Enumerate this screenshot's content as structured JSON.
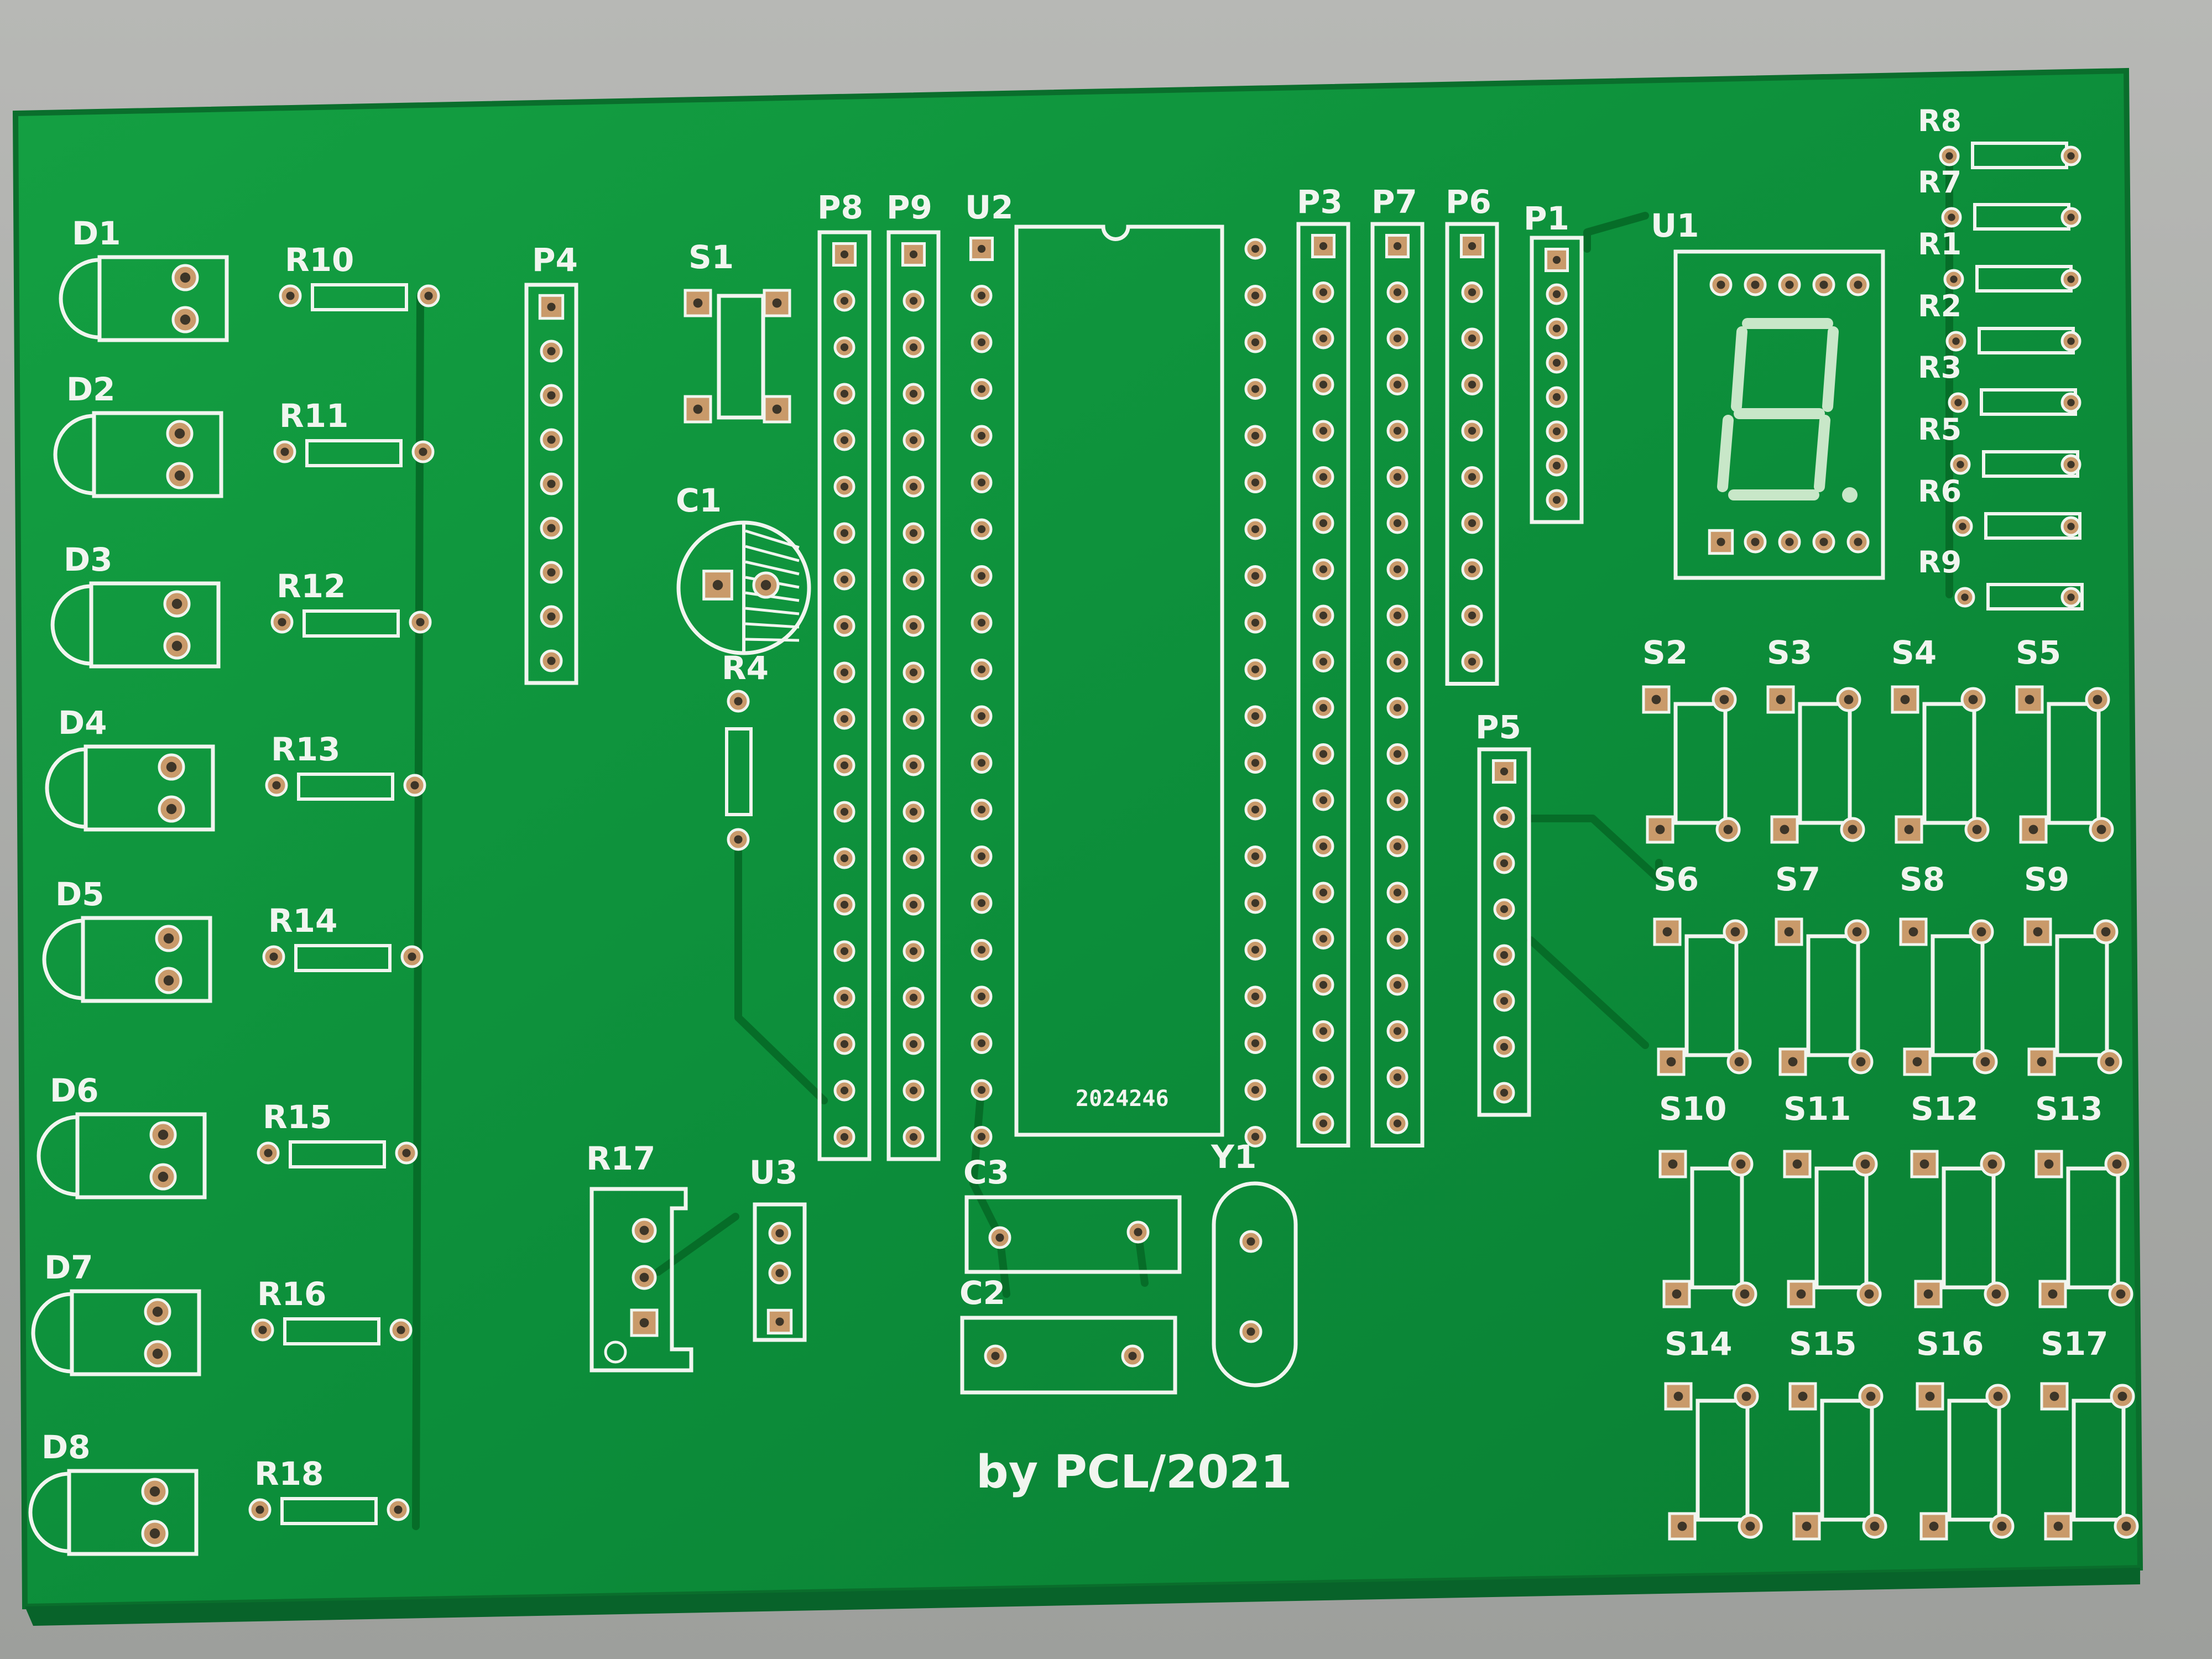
{
  "board": {
    "credit": "by PCL/2021",
    "chip_marking": "2024246",
    "colors": {
      "board": "#0c8d3a",
      "trace": "#066d28",
      "silk": "#f1f5ef",
      "copper": "#c99a6a",
      "background": "#a7a9a6"
    }
  },
  "labels": {
    "D1": "D1",
    "D2": "D2",
    "D3": "D3",
    "D4": "D4",
    "D5": "D5",
    "D6": "D6",
    "D7": "D7",
    "D8": "D8",
    "R10": "R10",
    "R11": "R11",
    "R12": "R12",
    "R13": "R13",
    "R14": "R14",
    "R15": "R15",
    "R16": "R16",
    "R18": "R18",
    "P4": "P4",
    "S1": "S1",
    "C1": "C1",
    "R4": "R4",
    "P8": "P8",
    "P9": "P9",
    "U2": "U2",
    "P3": "P3",
    "P7": "P7",
    "P6": "P6",
    "P1": "P1",
    "U1": "U1",
    "P5": "P5",
    "R8": "R8",
    "R7": "R7",
    "R1": "R1",
    "R2": "R2",
    "R3": "R3",
    "R5": "R5",
    "R6": "R6",
    "R9": "R9",
    "S2": "S2",
    "S3": "S3",
    "S4": "S4",
    "S5": "S5",
    "S6": "S6",
    "S7": "S7",
    "S8": "S8",
    "S9": "S9",
    "S10": "S10",
    "S11": "S11",
    "S12": "S12",
    "S13": "S13",
    "S14": "S14",
    "S15": "S15",
    "S16": "S16",
    "S17": "S17",
    "R17": "R17",
    "U3": "U3",
    "C3": "C3",
    "C2": "C2",
    "Y1": "Y1"
  }
}
